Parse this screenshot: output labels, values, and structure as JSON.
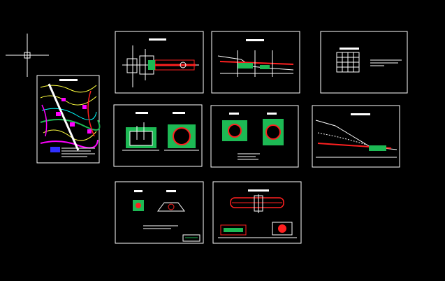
{
  "app": {
    "background": "#000000",
    "crosshair_cursor": "crosshair-cursor-icon"
  },
  "colors": {
    "line_white": "#ffffff",
    "red": "#ff2020",
    "green": "#1db954",
    "magenta": "#ff00ff",
    "yellow": "#ffff40",
    "cyan": "#00ffff",
    "blue": "#3030ff"
  },
  "sheets": [
    {
      "id": "site-plan",
      "kind": "map"
    },
    {
      "id": "pipe-plan",
      "kind": "pipe-plan"
    },
    {
      "id": "longitudinal-profile",
      "kind": "profile"
    },
    {
      "id": "material-table",
      "kind": "table"
    },
    {
      "id": "well-sections",
      "kind": "wells"
    },
    {
      "id": "manhole-sections",
      "kind": "manholes"
    },
    {
      "id": "slope-section",
      "kind": "slope"
    },
    {
      "id": "outlet-details",
      "kind": "outlet"
    },
    {
      "id": "culvert-details",
      "kind": "culvert"
    }
  ]
}
